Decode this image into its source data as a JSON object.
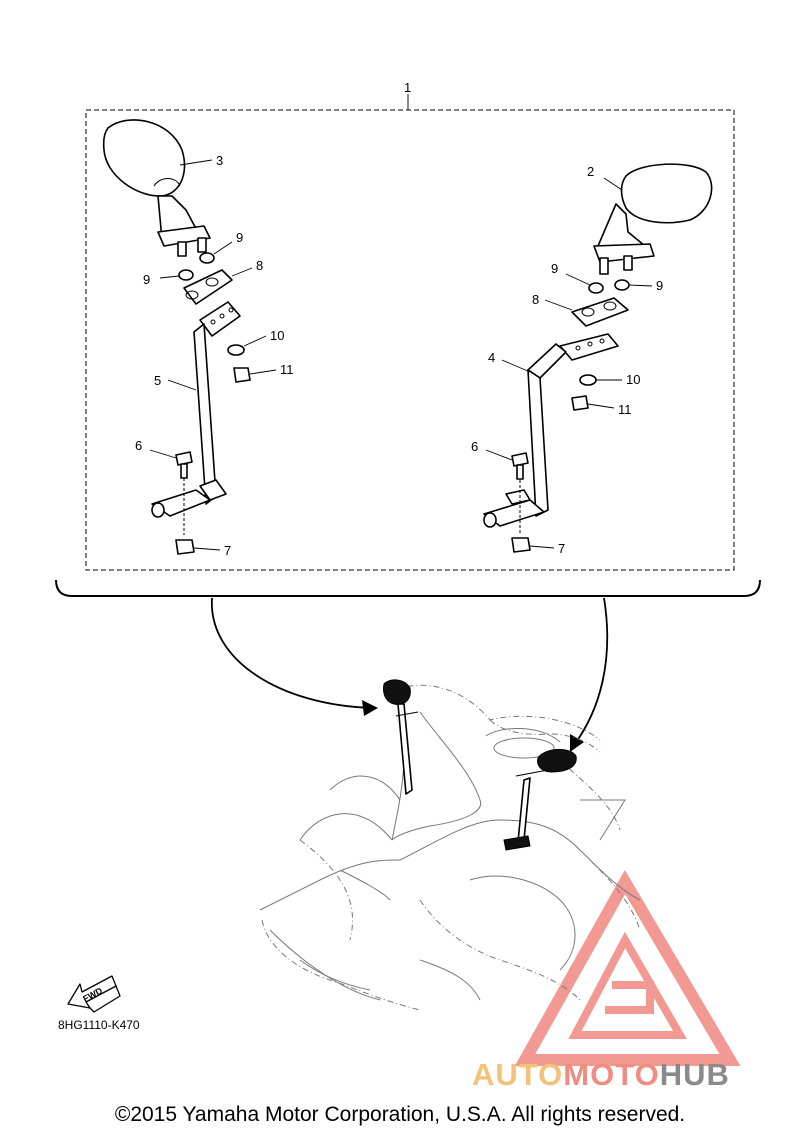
{
  "callouts": {
    "c1": "1",
    "c2": "2",
    "c3": "3",
    "c4": "4",
    "c5": "5",
    "c6l": "6",
    "c6r": "6",
    "c7l": "7",
    "c7r": "7",
    "c8l": "8",
    "c8r": "8",
    "c9a": "9",
    "c9b": "9",
    "c9c": "9",
    "c9d": "9",
    "c10l": "10",
    "c10r": "10",
    "c11l": "11",
    "c11r": "11"
  },
  "fwd_label": "FWD",
  "diagram_code": "8HG1110-K470",
  "copyright": "©2015 Yamaha Motor Corporation, U.S.A. All rights reserved.",
  "watermark": {
    "part1": "AUTO",
    "part2": "MOTO",
    "part3": "HUB"
  },
  "colors": {
    "watermark_red": "#e8473c",
    "watermark_orange": "#f3c17a",
    "watermark_gray": "#8a8a8a"
  }
}
